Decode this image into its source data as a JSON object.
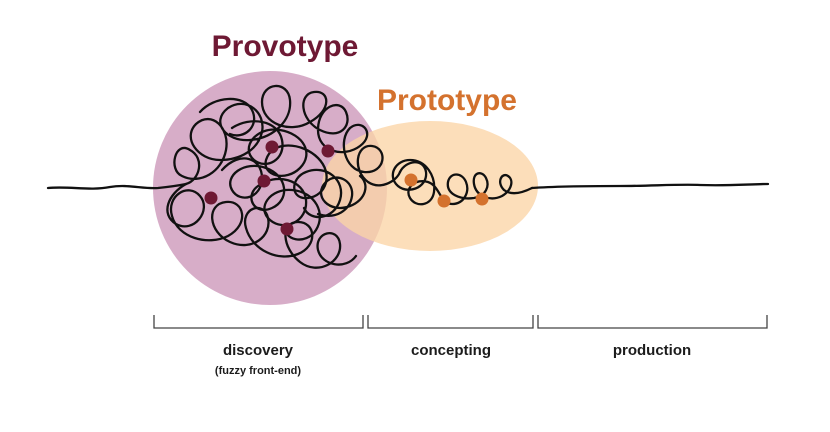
{
  "colors": {
    "provotype": "#6e1934",
    "prototype": "#d4722e",
    "provotype_fill": "#d5a9c5",
    "prototype_fill": "#fbd5a6",
    "line": "#111111",
    "bracket": "#444444"
  },
  "labels": {
    "provotype": "Provotype",
    "prototype": "Prototype"
  },
  "phases": [
    {
      "label": "discovery",
      "sublabel": "(fuzzy front-end)"
    },
    {
      "label": "concepting",
      "sublabel": ""
    },
    {
      "label": "production",
      "sublabel": ""
    }
  ]
}
